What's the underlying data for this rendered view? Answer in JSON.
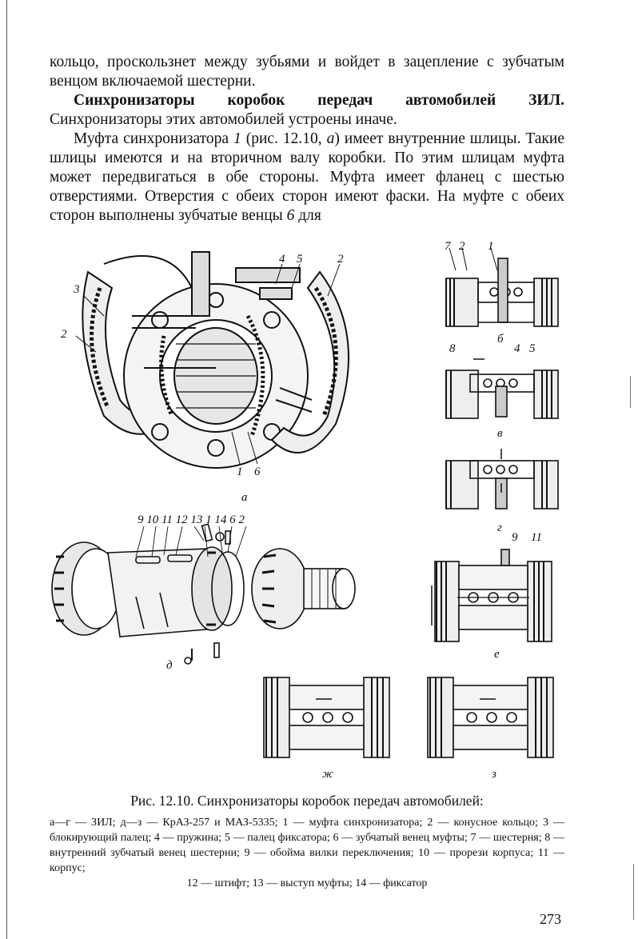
{
  "paragraphs": {
    "p1": "кольцо, проскользнет между зубьями и войдет в зацепление с зубчатым венцом включаемой шестерни.",
    "p2_bold": "Синхронизаторы коробок передач автомобилей ЗИЛ.",
    "p2_rest": " Синхронизаторы этих автомобилей устроены иначе.",
    "p3_a": "Муфта синхронизатора ",
    "p3_ref1": "1",
    "p3_b": " (рис. 12.10, ",
    "p3_ref2": "а",
    "p3_c": ") имеет внутренние шлицы. Такие шлицы имеются и на вторичном валу коробки. По этим шлицам муфта может передвигаться в обе стороны. Муфта имеет фланец с шестью отверстиями. Отверстия с обеих сторон имеют фаски. На муфте с обеих сторон выполнены зубчатые венцы ",
    "p3_ref3": "6",
    "p3_d": " для"
  },
  "figure": {
    "labels_a": [
      "4",
      "5",
      "2",
      "3",
      "2",
      "1",
      "6"
    ],
    "sub_a": "а",
    "labels_b": [
      "7",
      "2",
      "1"
    ],
    "sub_b": "б",
    "labels_v": [
      "8",
      "4",
      "5"
    ],
    "sub_v": "в",
    "sub_g": "г",
    "labels_d_top": "9 10 11 12 13 1 14 6 2",
    "sub_d": "д",
    "labels_e": [
      "9",
      "11"
    ],
    "sub_e": "е",
    "sub_zh": "ж",
    "sub_z": "з"
  },
  "caption": "Рис. 12.10. Синхронизаторы коробок передач автомобилей:",
  "legend": {
    "line": "а—г — ЗИЛ; д—з — КрАЗ-257 и МАЗ-5335; 1 — муфта синхронизатора; 2 — конусное кольцо; 3 — блокирующий палец; 4 — пружина; 5 — палец фиксатора; 6 — зубчатый венец муфты; 7 — шестерня; 8 — внутренний зубчатый венец шестерни; 9 — обойма вилки переключения; 10 — прорези корпуса; 11 — корпус;",
    "last": "12 — штифт; 13 — выступ муфты; 14 — фиксатор"
  },
  "page_number": "273"
}
